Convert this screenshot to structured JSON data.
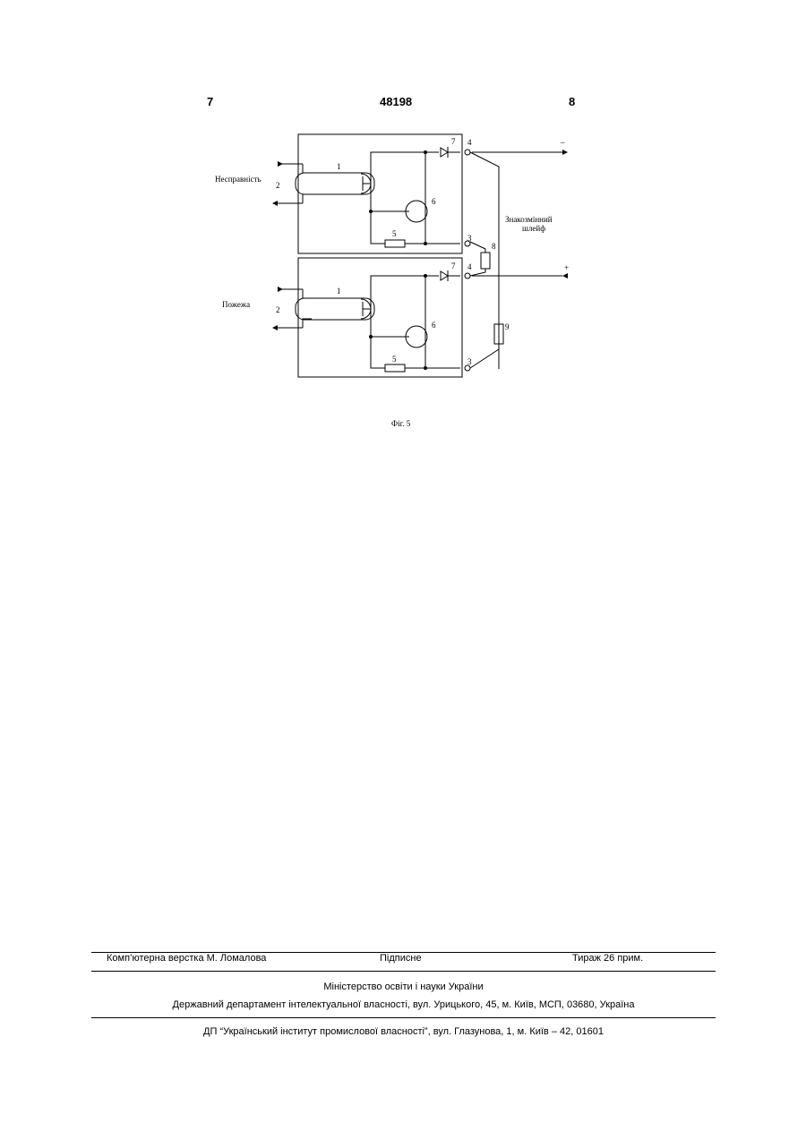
{
  "header": {
    "page_left": "7",
    "patent_number": "48198",
    "page_right": "8"
  },
  "figure": {
    "caption": "Фіг. 5",
    "labels": {
      "fault": "Несправність",
      "fire": "Пожежа",
      "loop_line1": "Знакозмінний",
      "loop_line2": "шлейф",
      "minus": "–",
      "plus": "+"
    },
    "components": {
      "optocoupler": "1",
      "output": "2",
      "terminal_3": "3",
      "terminal_4": "4",
      "resistor_5": "5",
      "transistor": "6",
      "diode": "7",
      "resistor_8": "8",
      "resistor_9": "9"
    }
  },
  "imprint": {
    "layout": "Комп’ютерна верстка М. Ломалова",
    "signed": "Підписне",
    "print_run": "Тираж 26 прим.",
    "ministry": "Міністерство освіти і науки України",
    "department": "Державний департамент інтелектуальної власності, вул. Урицького, 45, м. Київ, МСП, 03680, Україна",
    "institute": "ДП “Український інститут промислової власності”, вул. Глазунова, 1, м. Київ – 42, 01601"
  }
}
